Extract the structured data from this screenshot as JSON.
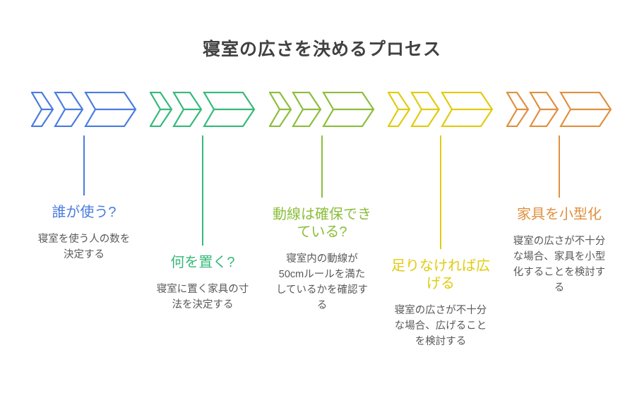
{
  "title": "寝室の広さを決めるプロセス",
  "palette": {
    "step1_blue": "#4A7CE0",
    "step2_green": "#36B97A",
    "step3_lime": "#8CBE3C",
    "step4_yellow": "#E1CB11",
    "step5_orange": "#E0903F",
    "heading_gray": "#414042",
    "description_gray": "#58595B"
  },
  "steps": [
    {
      "title": "誰が使う?",
      "desc": "寝室を使う人の数を\n決定する",
      "color": "#4A7CE0"
    },
    {
      "title": "何を置く?",
      "desc": "寝室に置く家具の寸\n法を決定する",
      "color": "#36B97A"
    },
    {
      "title": "動線は確保でき\nている?",
      "desc": "寝室内の動線が\n50cmルールを満た\nしているかを確認す\nる",
      "color": "#8CBE3C"
    },
    {
      "title": "足りなければ広\nげる",
      "desc": "寝室の広さが不十分\nな場合、広げること\nを検討する",
      "color": "#E1CB11"
    },
    {
      "title": "家具を小型化",
      "desc": "寝室の広さが不十分\nな場合、家具を小型\n化することを検討す\nる",
      "color": "#E0903F"
    }
  ]
}
